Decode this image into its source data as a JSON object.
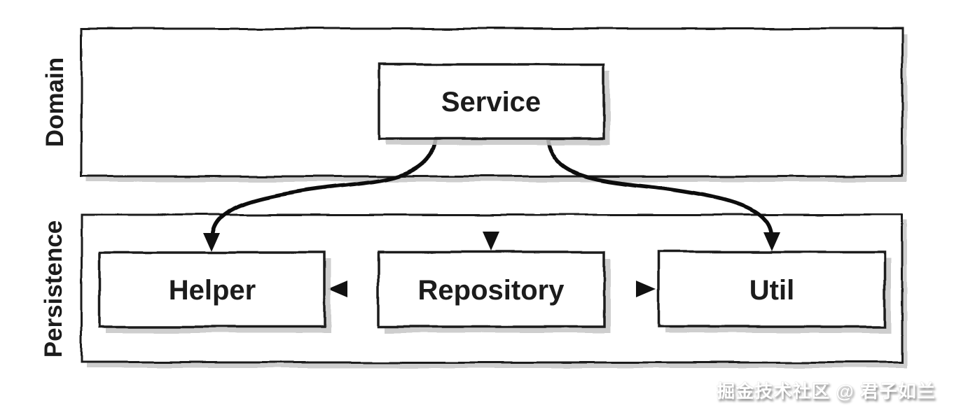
{
  "diagram": {
    "title": "layered-architecture-dependencies",
    "layers": [
      {
        "id": "domain",
        "label": "Domain"
      },
      {
        "id": "persistence",
        "label": "Persistence"
      }
    ],
    "nodes": {
      "service": {
        "label": "Service",
        "layer": "Domain"
      },
      "helper": {
        "label": "Helper",
        "layer": "Persistence"
      },
      "repository": {
        "label": "Repository",
        "layer": "Persistence"
      },
      "util": {
        "label": "Util",
        "layer": "Persistence"
      }
    },
    "edges": [
      {
        "from": "Service",
        "to": "Helper",
        "style": "curved",
        "direction": "down"
      },
      {
        "from": "Service",
        "to": "Repository",
        "style": "straight",
        "direction": "down"
      },
      {
        "from": "Service",
        "to": "Util",
        "style": "curved",
        "direction": "down"
      },
      {
        "from": "Repository",
        "to": "Helper",
        "style": "straight",
        "direction": "left"
      },
      {
        "from": "Repository",
        "to": "Util",
        "style": "straight",
        "direction": "right"
      }
    ],
    "colors": {
      "background": "#ffffff",
      "stroke": "#1c1c1c",
      "shadow": "#c6c6c6",
      "watermark_text": "#ffffff",
      "watermark_shadow": "#8a8a8a"
    }
  },
  "watermark": {
    "text": "掘金技术社区 @ 君子如兰"
  }
}
